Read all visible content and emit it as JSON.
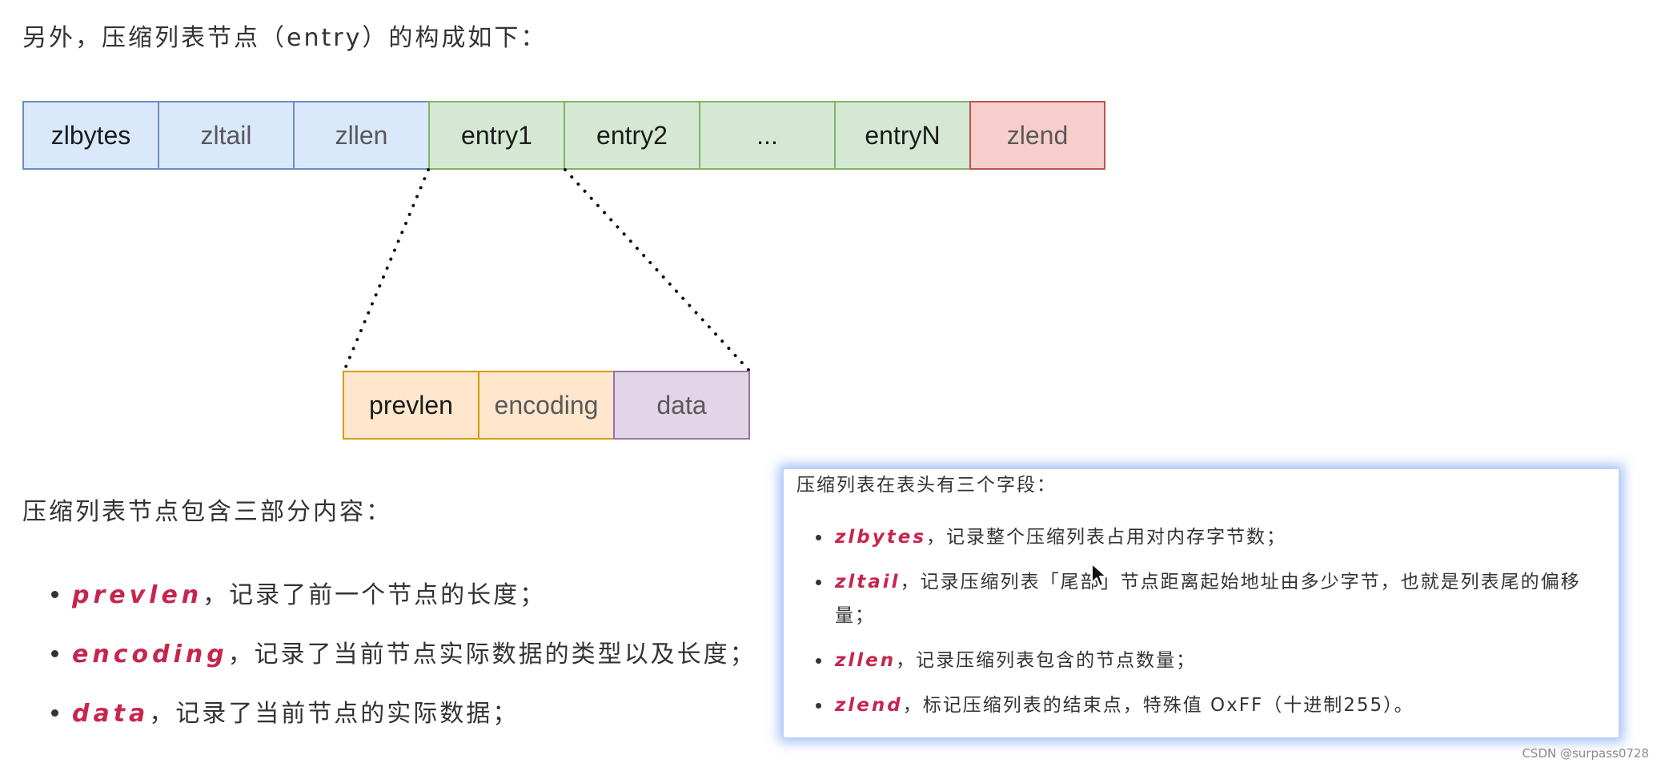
{
  "intro_text": "另外，压缩列表节点（entry）的构成如下：",
  "ziplist_cells": [
    {
      "label": "zlbytes",
      "color": "blue"
    },
    {
      "label": "zltail",
      "color": "blue"
    },
    {
      "label": "zllen",
      "color": "blue"
    },
    {
      "label": "entry1",
      "color": "green"
    },
    {
      "label": "entry2",
      "color": "green"
    },
    {
      "label": "...",
      "color": "green"
    },
    {
      "label": "entryN",
      "color": "green"
    },
    {
      "label": "zlend",
      "color": "red"
    }
  ],
  "entry_cells": [
    {
      "label": "prevlen",
      "color": "orange"
    },
    {
      "label": "encoding",
      "color": "orange"
    },
    {
      "label": "data",
      "color": "purple"
    }
  ],
  "parts_heading": "压缩列表节点包含三部分内容：",
  "parts": [
    {
      "keyword": "prevlen",
      "text": "，记录了前一个节点的长度；"
    },
    {
      "keyword": "encoding",
      "text": "，记录了当前节点实际数据的类型以及长度；"
    },
    {
      "keyword": "data",
      "text": "，记录了当前节点的实际数据；"
    }
  ],
  "popup": {
    "title": "压缩列表在表头有三个字段：",
    "items": [
      {
        "keyword": "zlbytes",
        "text": "，记录整个压缩列表占用对内存字节数；"
      },
      {
        "keyword": "zltail",
        "text": "，记录压缩列表「尾部」节点距离起始地址由多少字节，也就是列表尾的偏移量；"
      },
      {
        "keyword": "zllen",
        "text": "，记录压缩列表包含的节点数量；"
      },
      {
        "keyword": "zlend",
        "text": "，标记压缩列表的结束点，特殊值 OxFF（十进制255）。"
      }
    ]
  },
  "watermark": "CSDN @surpass0728",
  "colors": {
    "keyword": "#c7254e",
    "blue_fill": "#dae8fc",
    "green_fill": "#d5e8d4",
    "red_fill": "#f8cecc",
    "orange_fill": "#ffe6cc",
    "purple_fill": "#e1d5e7"
  },
  "icons": {
    "cursor": "mouse-pointer-icon"
  }
}
